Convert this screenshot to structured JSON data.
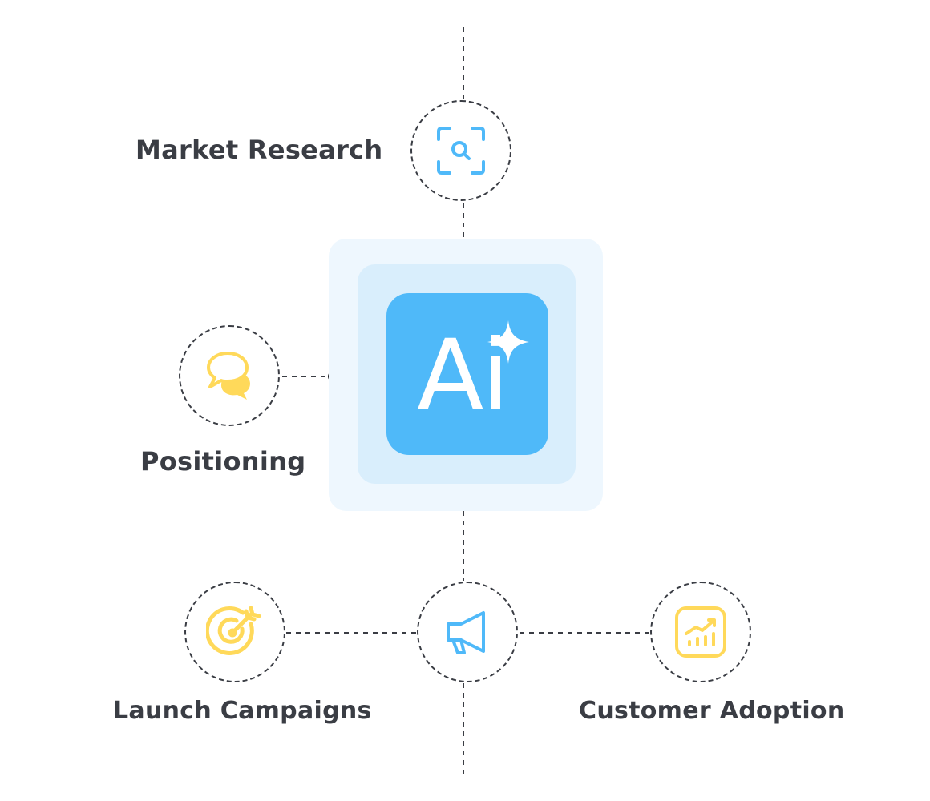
{
  "center": {
    "text": "Ai",
    "icon": "ai-sparkle-icon"
  },
  "nodes": {
    "market_research": {
      "label": "Market Research",
      "icon": "search-scan-icon"
    },
    "positioning": {
      "label": "Positioning",
      "icon": "chat-bubbles-icon"
    },
    "launch_campaigns": {
      "label": "Launch Campaigns",
      "icon": "target-icon"
    },
    "megaphone": {
      "icon": "megaphone-icon"
    },
    "customer_adoption": {
      "label": "Customer Adoption",
      "icon": "growth-chart-icon"
    }
  },
  "colors": {
    "blue_accent": "#4fb9f9",
    "yellow_accent": "#ffd95a",
    "text": "#3a3d44",
    "line": "#3a3d44"
  }
}
